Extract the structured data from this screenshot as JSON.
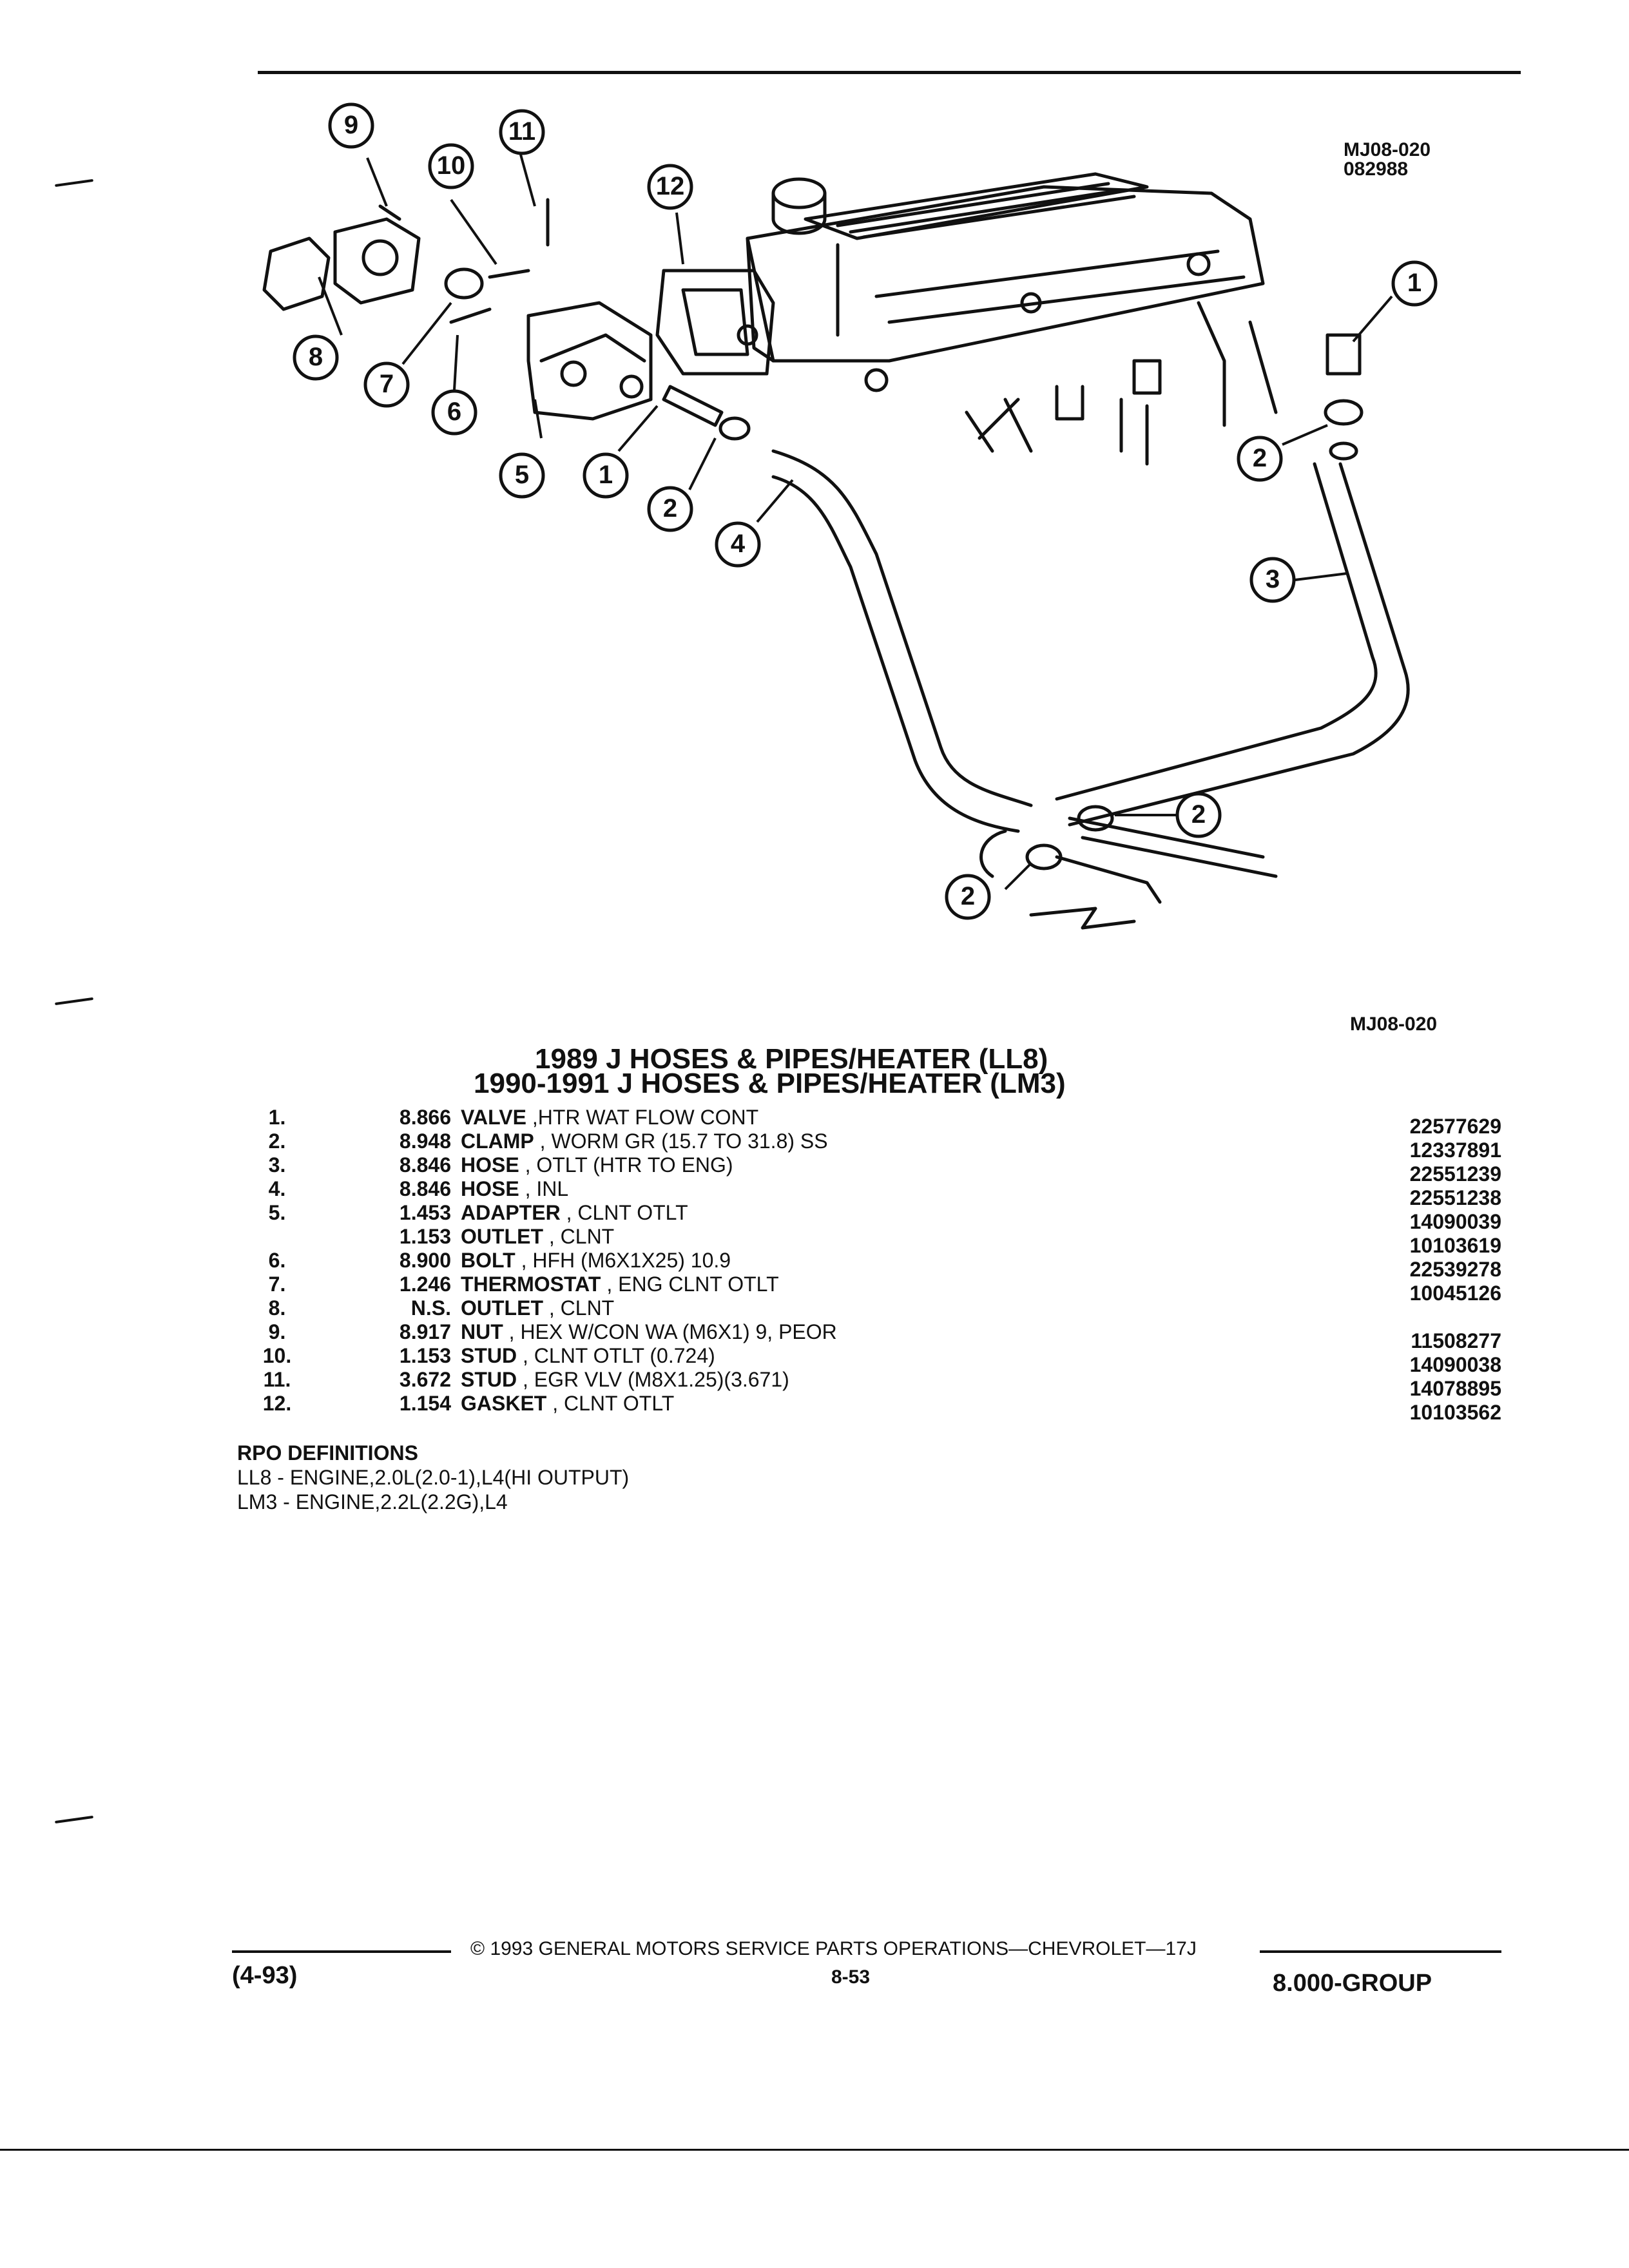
{
  "figure": {
    "code_top": "MJ08-020",
    "date_code": "082988",
    "code_bottom": "MJ08-020",
    "callouts": [
      "9",
      "10",
      "11",
      "12",
      "8",
      "7",
      "6",
      "5",
      "1",
      "2",
      "4",
      "1",
      "2",
      "3",
      "2",
      "2"
    ]
  },
  "title": {
    "line1": "1989 J HOSES & PIPES/HEATER (LL8)",
    "line2": "1990-1991 J HOSES & PIPES/HEATER (LM3)"
  },
  "parts": [
    {
      "num": "1.",
      "code": "8.866",
      "name": "VALVE",
      "detail": " ,HTR WAT FLOW CONT",
      "part_no": "22577629"
    },
    {
      "num": "2.",
      "code": "8.948",
      "name": "CLAMP",
      "detail": " , WORM GR (15.7 TO 31.8) SS",
      "part_no": "12337891"
    },
    {
      "num": "3.",
      "code": "8.846",
      "name": "HOSE",
      "detail": " , OTLT (HTR TO ENG)",
      "part_no": "22551239"
    },
    {
      "num": "4.",
      "code": "8.846",
      "name": "HOSE",
      "detail": " , INL",
      "part_no": "22551238"
    },
    {
      "num": "5.",
      "code": "1.453",
      "name": "ADAPTER",
      "detail": " , CLNT OTLT",
      "part_no": "14090039"
    },
    {
      "num": "",
      "code": "1.153",
      "name": "OUTLET",
      "detail": " , CLNT",
      "part_no": "10103619"
    },
    {
      "num": "6.",
      "code": "8.900",
      "name": "BOLT",
      "detail": " , HFH (M6X1X25) 10.9",
      "part_no": "22539278"
    },
    {
      "num": "7.",
      "code": "1.246",
      "name": "THERMOSTAT",
      "detail": " , ENG CLNT OTLT",
      "part_no": "10045126"
    },
    {
      "num": "8.",
      "code": "N.S.",
      "name": "OUTLET",
      "detail": " , CLNT",
      "part_no": ""
    },
    {
      "num": "9.",
      "code": "8.917",
      "name": "NUT",
      "detail": " , HEX W/CON WA (M6X1) 9, PEOR",
      "part_no": "11508277"
    },
    {
      "num": "10.",
      "code": "1.153",
      "name": "STUD",
      "detail": " , CLNT OTLT (0.724)",
      "part_no": "14090038"
    },
    {
      "num": "11.",
      "code": "3.672",
      "name": "STUD",
      "detail": " , EGR VLV (M8X1.25)(3.671)",
      "part_no": "14078895"
    },
    {
      "num": "12.",
      "code": "1.154",
      "name": "GASKET",
      "detail": " , CLNT OTLT",
      "part_no": "10103562"
    }
  ],
  "rpo": {
    "title": "RPO DEFINITIONS",
    "lines": [
      "LL8 - ENGINE,2.0L(2.0-1),L4(HI OUTPUT)",
      "LM3 - ENGINE,2.2L(2.2G),L4"
    ]
  },
  "footer": {
    "revision": "(4-93)",
    "copyright": "© 1993 GENERAL MOTORS SERVICE PARTS OPERATIONS—CHEVROLET—17J",
    "page": "8-53",
    "group": "8.000-GROUP"
  }
}
